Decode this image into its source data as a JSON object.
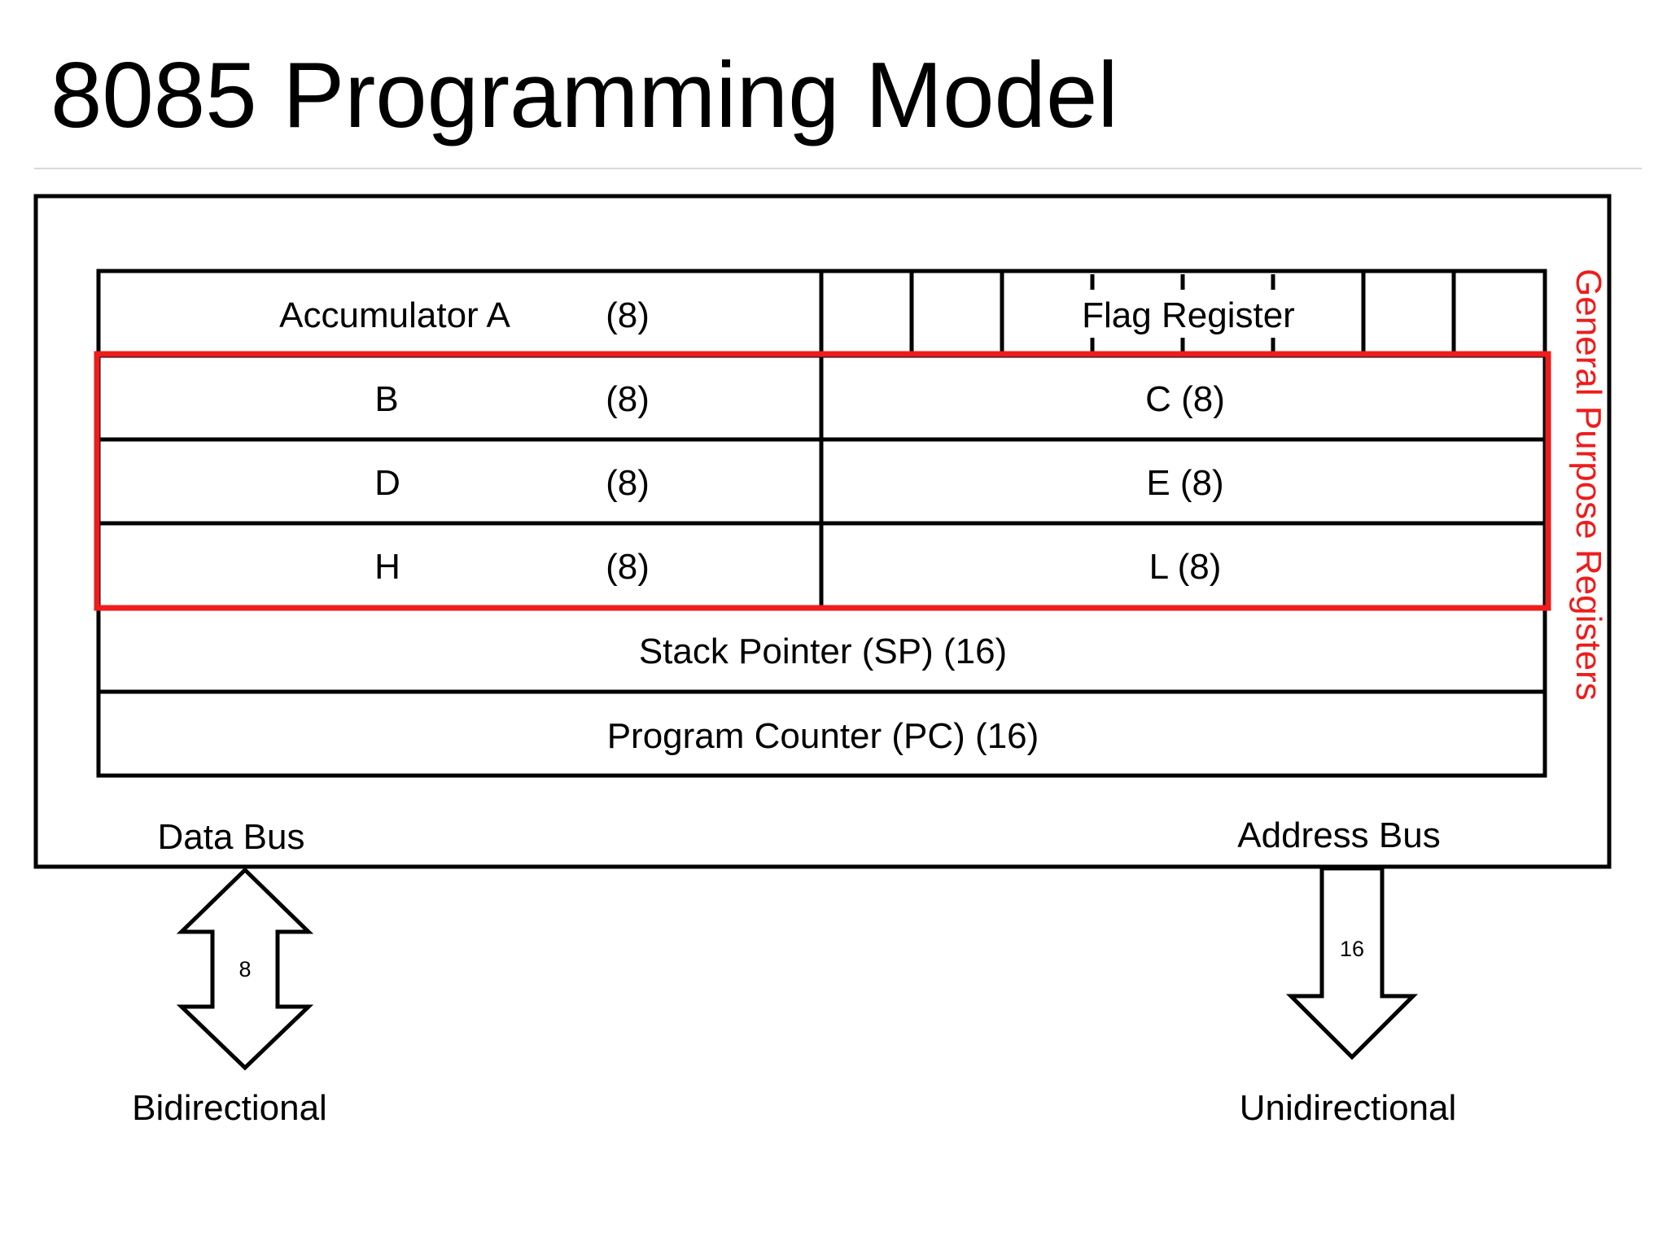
{
  "slide": {
    "title": "8085 Programming Model"
  },
  "registers": {
    "accumulator": {
      "name": "Accumulator A",
      "size": "(8)"
    },
    "flag": {
      "name": "Flag Register"
    },
    "pairs": [
      {
        "left_name": "B",
        "left_size": "(8)",
        "right": "C (8)"
      },
      {
        "left_name": "D",
        "left_size": "(8)",
        "right": "E (8)"
      },
      {
        "left_name": "H",
        "left_size": "(8)",
        "right": "L (8)"
      }
    ],
    "stack_pointer": "Stack Pointer (SP) (16)",
    "program_counter": "Program Counter (PC) (16)",
    "general_purpose_label": "General Purpose Registers"
  },
  "buses": {
    "data": {
      "label": "Data Bus",
      "width": "8",
      "direction": "Bidirectional"
    },
    "address": {
      "label": "Address Bus",
      "width": "16",
      "direction": "Unidirectional"
    }
  },
  "colors": {
    "highlight": "#ee1c1c",
    "line": "#000000",
    "rule": "#d9d9d9"
  }
}
